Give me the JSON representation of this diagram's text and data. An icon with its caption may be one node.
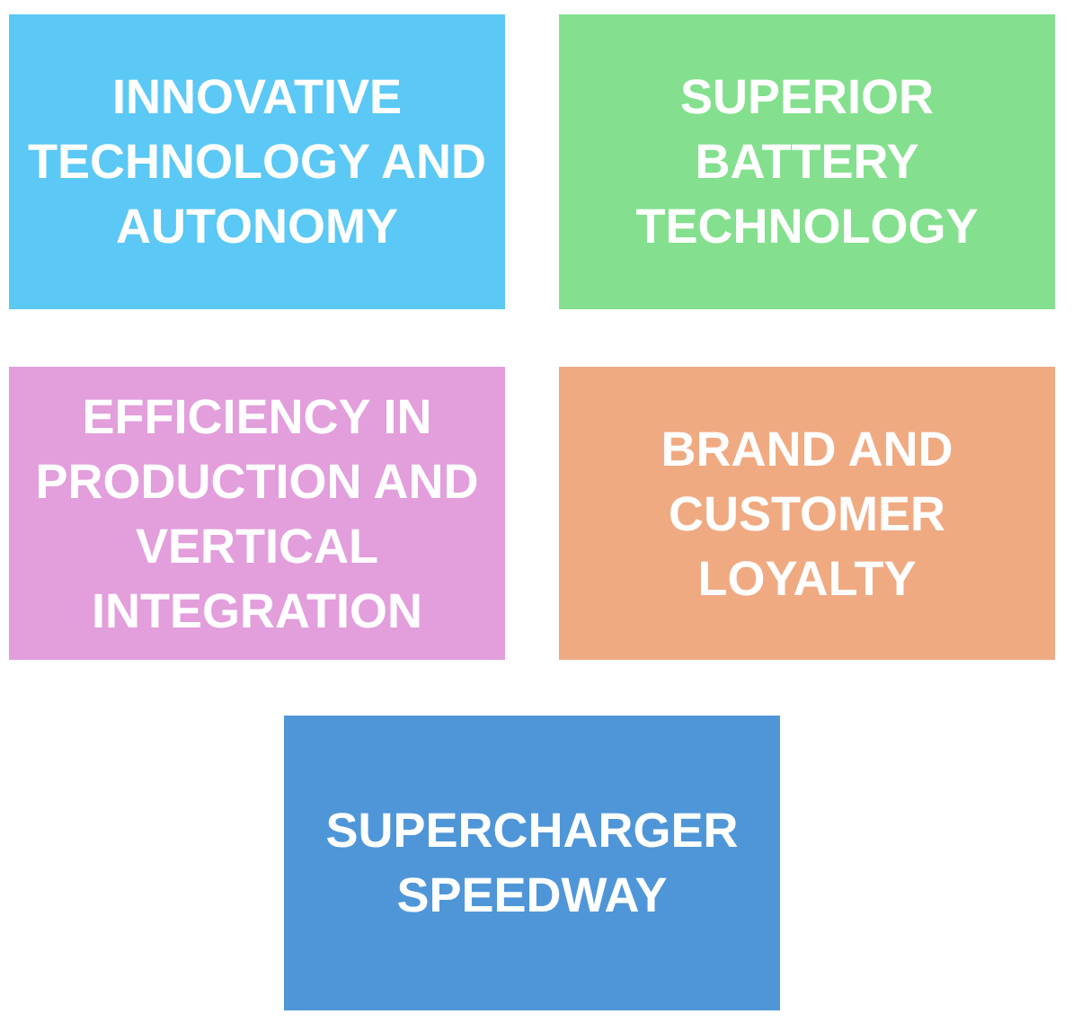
{
  "diagram": {
    "nodes": [
      {
        "text": [
          "INNOVATIVE TECHNOLOGY AND AUTONOMY"
        ]
      },
      {
        "text": [
          "SUPERIOR BATTERY TECHNOLOGY"
        ]
      },
      {
        "text": [
          "EFFICIENCY IN PRODUCTION AND VERTICAL INTEGRATION"
        ]
      },
      {
        "text": [
          "BRAND AND CUSTOMER LOYALTY"
        ]
      },
      {
        "text": [
          "SUPERCHARGER SPEEDWAY"
        ]
      }
    ]
  }
}
